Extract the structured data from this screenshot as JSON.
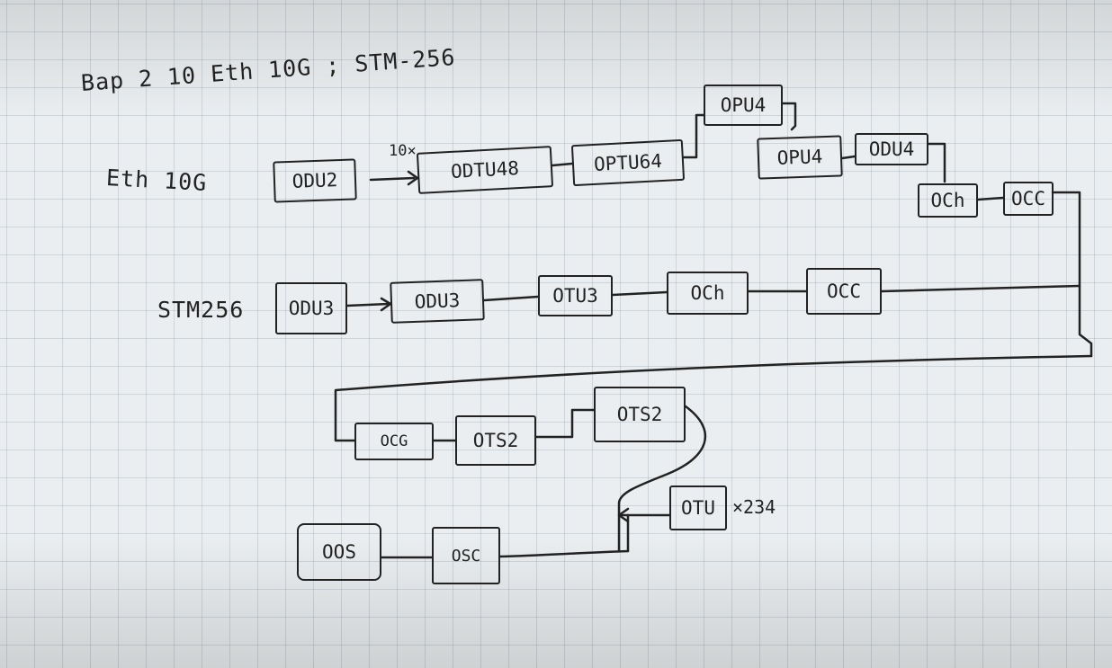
{
  "title": "Вар 2  10 Eth 10G ; STM-256",
  "row1": {
    "label": "Eth 10G",
    "odu2": "ODU2",
    "count_note": "10×",
    "odtu48": "ODTU48",
    "optu64": "OPTU64",
    "opu4_top": "OPU4",
    "opu4": "OPU4",
    "odu4": "ODU4",
    "och": "OCh",
    "occ": "OCC"
  },
  "row2": {
    "label": "STM256",
    "odu3_in": "ODU3",
    "odu3": "ODU3",
    "otu3": "OTU3",
    "och": "OCh",
    "occ": "OCC"
  },
  "row3": {
    "ocg": "OCG",
    "ots2": "OTS2",
    "ots2_top": "OTS2",
    "otu": "OTU",
    "otu_note": "×234",
    "oos": "OOS",
    "osc": "OSC"
  }
}
